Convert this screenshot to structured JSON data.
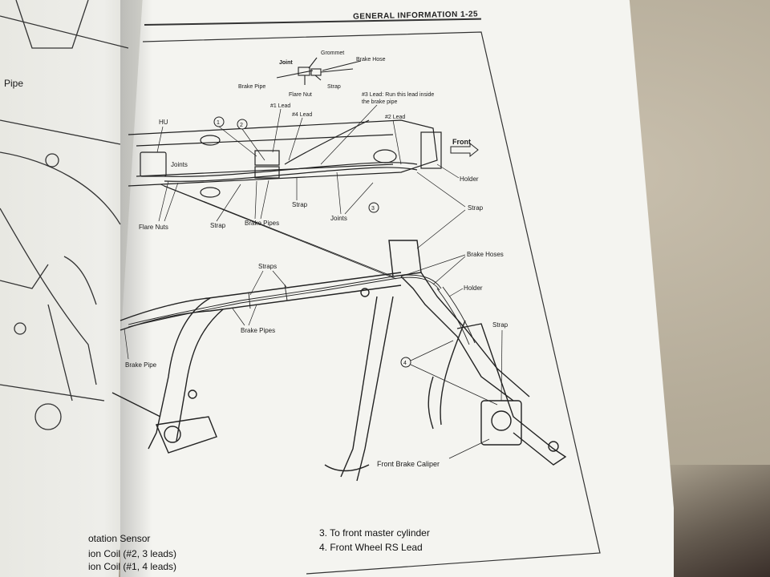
{
  "header": {
    "title": "GENERAL INFORMATION 1-25"
  },
  "left_page": {
    "pipe_label": "Pipe"
  },
  "labels": {
    "joint": "Joint",
    "grommet": "Grommet",
    "brake_hose": "Brake Hose",
    "brake_pipe": "Brake Pipe",
    "flare_nut": "Flare Nut",
    "strap": "Strap",
    "lead1": "#1 Lead",
    "lead4": "#4 Lead",
    "lead3_line1": "#3 Lead: Run this lead inside",
    "lead3_line2": "the brake pipe",
    "lead2": "#2 Lead",
    "hu": "HU",
    "front": "Front",
    "holder_top": "Holder",
    "joints_left": "Joints",
    "flare_nuts": "Flare Nuts",
    "strap_a": "Strap",
    "brake_pipes_top": "Brake Pipes",
    "strap_b": "Strap",
    "joints_mid": "Joints",
    "strap_c": "Strap",
    "straps": "Straps",
    "brake_hoses": "Brake Hoses",
    "holder_mid": "Holder",
    "brake_pipes_mid": "Brake Pipes",
    "strap_d": "Strap",
    "brake_pipe_left": "Brake Pipe",
    "front_brake_caliper": "Front Brake Caliper"
  },
  "callouts": {
    "c1": "1",
    "c2": "2",
    "c3": "3",
    "c4": "4"
  },
  "legend": {
    "left_1": "otation Sensor",
    "left_2": "ion Coil (#2, 3 leads)",
    "left_3": "ion Coil (#1, 4 leads)",
    "right_1": "3.   To front master cylinder",
    "right_2": "4.   Front Wheel RS Lead"
  }
}
